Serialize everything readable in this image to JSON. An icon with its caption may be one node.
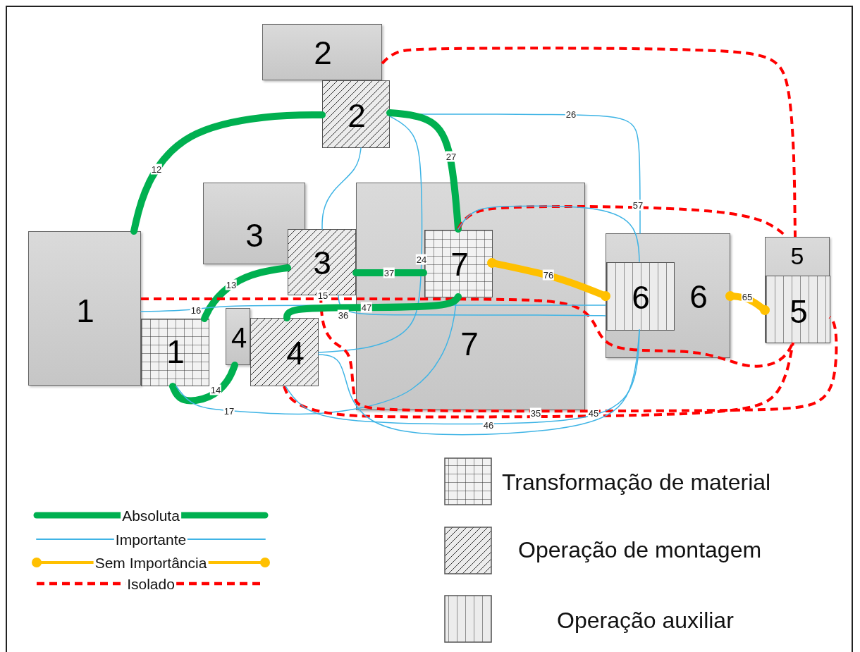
{
  "diagram": {
    "nodes": [
      {
        "text": [
          "1"
        ]
      },
      {
        "text": [
          "1"
        ]
      },
      {
        "text": [
          "2"
        ]
      },
      {
        "text": [
          "2"
        ]
      },
      {
        "text": [
          "3"
        ]
      },
      {
        "text": [
          "3"
        ]
      },
      {
        "text": [
          "4"
        ]
      },
      {
        "text": [
          "4"
        ]
      },
      {
        "text": [
          "5"
        ]
      },
      {
        "text": [
          "5"
        ],
        "in": 8
      },
      {
        "text": [
          "6"
        ]
      },
      {
        "text": [
          "6"
        ],
        "in": 10
      },
      {
        "text": [
          "7"
        ]
      },
      {
        "text": [
          "7"
        ],
        "in": 12
      }
    ],
    "edges": [
      {
        "from": 0,
        "to": 3,
        "arrow": "none",
        "label": "12",
        "style": "thick",
        "color": "#00b050"
      },
      {
        "from": 1,
        "to": 5,
        "arrow": "none",
        "label": "13",
        "style": "thick",
        "color": "#00b050"
      },
      {
        "from": 1,
        "to": 6,
        "arrow": "none",
        "label": "14",
        "style": "thick",
        "color": "#00b050"
      },
      {
        "from": 0,
        "to": 9,
        "arrow": "none",
        "label": "15",
        "style": "dashed",
        "color": "#ff0000"
      },
      {
        "from": 0,
        "to": 11,
        "arrow": "none",
        "label": "16"
      },
      {
        "from": 1,
        "to": 13,
        "arrow": "none",
        "label": "17"
      },
      {
        "from": 3,
        "to": 5,
        "arrow": "none"
      },
      {
        "from": 3,
        "to": 7,
        "arrow": "none",
        "label": "24"
      },
      {
        "from": 2,
        "to": 8,
        "arrow": "none",
        "style": "dashed",
        "color": "#ff0000"
      },
      {
        "from": 3,
        "to": 10,
        "arrow": "none",
        "label": "26"
      },
      {
        "from": 3,
        "to": 13,
        "arrow": "none",
        "label": "27",
        "style": "thick",
        "color": "#00b050"
      },
      {
        "from": 5,
        "to": 9,
        "arrow": "none",
        "label": "35",
        "style": "dashed",
        "color": "#ff0000"
      },
      {
        "from": 5,
        "to": 11,
        "arrow": "none",
        "label": "36"
      },
      {
        "from": 5,
        "to": 13,
        "arrow": "none",
        "label": "37",
        "style": "thick",
        "color": "#00b050"
      },
      {
        "from": 7,
        "to": 9,
        "arrow": "none",
        "label": "45",
        "style": "dashed",
        "color": "#ff0000"
      },
      {
        "from": 7,
        "to": 11,
        "arrow": "none",
        "label": "46"
      },
      {
        "from": 7,
        "to": 13,
        "arrow": "none",
        "label": "47",
        "style": "thick",
        "color": "#00b050"
      },
      {
        "from": 13,
        "to": 8,
        "arrow": "none",
        "label": "57",
        "style": "dashed",
        "color": "#ff0000"
      },
      {
        "from": 13,
        "to": 11,
        "arrow": "none"
      },
      {
        "from": 13,
        "to": 11,
        "arrow": "other",
        "label": "76",
        "style": "thick",
        "color": "#ffc000"
      },
      {
        "from": 10,
        "to": 9,
        "arrow": "other",
        "label": "65",
        "style": "thick",
        "color": "#ffc000"
      },
      {
        "from": 7,
        "to": 11,
        "arrow": "none"
      }
    ],
    "legend": [
      {
        "text": "Absoluta"
      },
      {
        "text": "Importante"
      },
      {
        "text": "Sem Importância"
      },
      {
        "text": "Isolado"
      },
      {
        "text": "Transformação de material"
      },
      {
        "text": "Operação de montagem"
      },
      {
        "text": "Operação auxiliar"
      }
    ]
  }
}
